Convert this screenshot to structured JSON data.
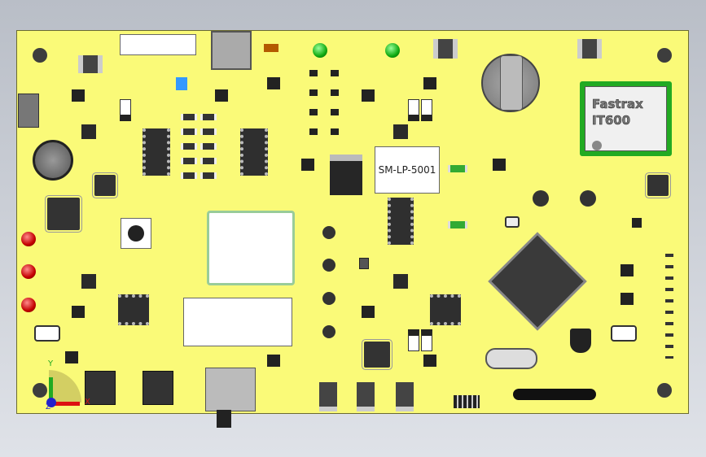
{
  "gps_module": {
    "brand": "Fastrax",
    "model": "IT600"
  },
  "filter_label": "SM-LP-5001",
  "axes": {
    "x": "X",
    "y": "Y",
    "z": "Z"
  },
  "colors": {
    "board": "#fafa78",
    "background": "#c8ccd4",
    "led_red": "#c40000",
    "led_green": "#11aa11"
  }
}
